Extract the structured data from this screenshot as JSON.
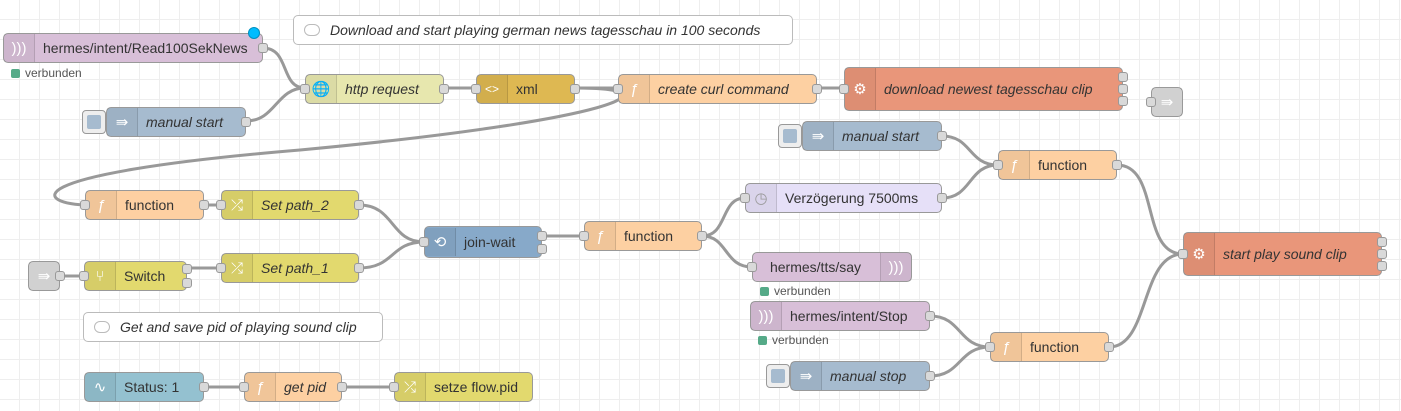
{
  "comments": {
    "top": "Download and start playing german news tagesschau in 100 seconds",
    "pid": "Get and save pid of playing sound clip"
  },
  "nodes": {
    "mqtt_in_read": "hermes/intent/Read100SekNews",
    "http_request": "http request",
    "xml": "xml",
    "create_curl": "create curl command",
    "download_clip": "download newest tagesschau clip",
    "manual_start_1": "manual start",
    "manual_start_2": "manual start",
    "function_top_right": "function",
    "delay": "Verzögerung 7500ms",
    "function_left": "function",
    "set_path_2": "Set path_2",
    "switch": "Switch",
    "set_path_1": "Set path_1",
    "join_wait": "join-wait",
    "function_mid": "function",
    "tts_say": "hermes/tts/say",
    "start_play": "start play sound clip",
    "mqtt_in_stop": "hermes/intent/Stop",
    "function_stop": "function",
    "manual_stop": "manual stop",
    "status": "Status: 1",
    "get_pid": "get pid",
    "set_flow_pid": "setze flow.pid"
  },
  "status": {
    "read": "verbunden",
    "tts": "verbunden",
    "stop": "verbunden"
  },
  "icons": {
    "mqtt": "wifi-icon",
    "http": "globe-icon",
    "xml": "code-icon",
    "function": "function-icon",
    "exec": "gear-icon",
    "inject": "arrow-icon",
    "delay": "clock-icon",
    "change": "shuffle-icon",
    "switch": "switch-icon",
    "join": "history-icon",
    "status": "pulse-icon",
    "link": "link-icon"
  },
  "colors": {
    "mqtt": "#d8bfd8",
    "http": "#e7e7ae",
    "xml": "#deb852",
    "function": "#fdd0a2",
    "exec": "#e9967a",
    "inject": "#a6bbcf",
    "delay": "#e6e0f8",
    "change": "#e2d96e",
    "join": "#87a9c9",
    "status": "#94c1d0",
    "link": "#dddddd",
    "status_ok": "#55aa88",
    "changed_marker": "#00bcff"
  }
}
